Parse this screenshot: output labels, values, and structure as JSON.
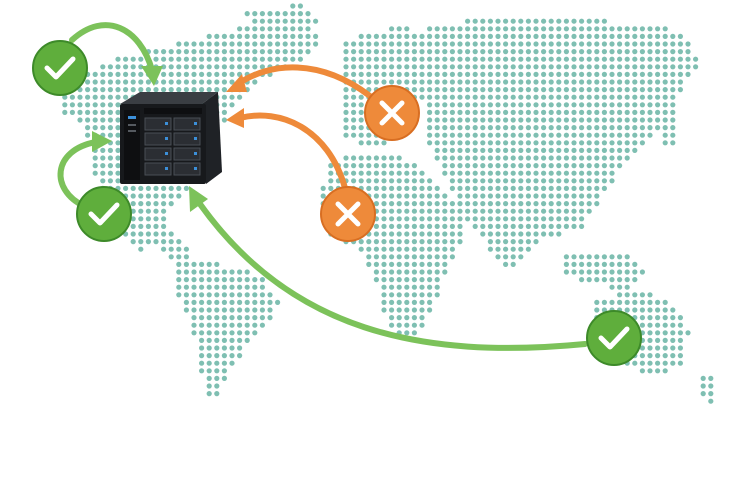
{
  "colors": {
    "background": "#ffffff",
    "map_dot": "#7fbfb2",
    "allowed": "#5fae3c",
    "allowed_dark": "#3d8a29",
    "allowed_arrow": "#7cc25a",
    "blocked": "#ee8a3a",
    "blocked_dark": "#d86e22",
    "device_body": "#2a2d31",
    "device_front": "#17191c"
  },
  "icons": {
    "allowed": "check-icon",
    "blocked": "cross-icon",
    "device": "nas-server-icon"
  },
  "connections": [
    {
      "id": "north-america-north",
      "status": "allowed"
    },
    {
      "id": "north-america-south",
      "status": "allowed"
    },
    {
      "id": "australia",
      "status": "allowed"
    },
    {
      "id": "russia",
      "status": "blocked"
    },
    {
      "id": "middle-east",
      "status": "blocked"
    }
  ]
}
